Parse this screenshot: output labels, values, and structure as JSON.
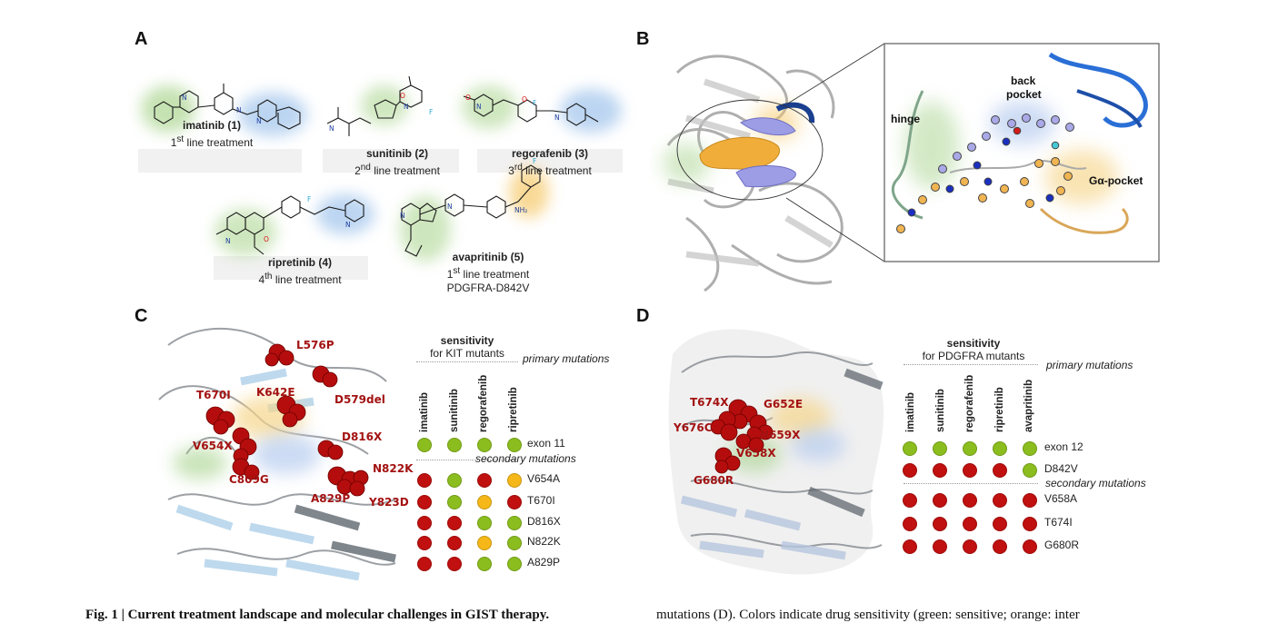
{
  "panels": {
    "a": "A",
    "b": "B",
    "c": "C",
    "d": "D"
  },
  "panel_a": {
    "drugs": [
      {
        "name": "imatinib (1)",
        "line": "1",
        "sup": "st",
        "rest": " line treatment"
      },
      {
        "name": "sunitinib (2)",
        "line": "2",
        "sup": "nd",
        "rest": " line treatment"
      },
      {
        "name": "regorafenib (3)",
        "line": "3",
        "sup": "rd",
        "rest": " line treatment"
      },
      {
        "name": "ripretinib (4)",
        "line": "4",
        "sup": "th",
        "rest": " line treatment"
      },
      {
        "name": "avapritinib (5)",
        "line": "1",
        "sup": "st",
        "rest": " line treatment",
        "extra": "PDGFRA-D842V"
      }
    ]
  },
  "panel_b": {
    "labels": {
      "hinge": "hinge",
      "back": "back",
      "pocket": "pocket",
      "galpha": "Gα-pocket"
    }
  },
  "panel_c": {
    "title": "sensitivity",
    "subtitle": "for KIT mutants",
    "primary_label": "primary mutations",
    "secondary_label": "secondary mutations",
    "columns": [
      "imatinib",
      "sunitinib",
      "regorafenib",
      "ripretinib"
    ],
    "rows": [
      {
        "label": "exon 11",
        "values": [
          "g",
          "g",
          "g",
          "g"
        ]
      },
      {
        "label": "V654A",
        "values": [
          "r",
          "g",
          "r",
          "o"
        ]
      },
      {
        "label": "T670I",
        "values": [
          "r",
          "g",
          "o",
          "r"
        ]
      },
      {
        "label": "D816X",
        "values": [
          "r",
          "r",
          "g",
          "g"
        ]
      },
      {
        "label": "N822K",
        "values": [
          "r",
          "r",
          "o",
          "g"
        ]
      },
      {
        "label": "A829P",
        "values": [
          "r",
          "r",
          "g",
          "g"
        ]
      }
    ],
    "mutations": [
      "L576P",
      "D579del",
      "T670I",
      "K642E",
      "D816X",
      "V654X",
      "C809G",
      "N822K",
      "A829P",
      "Y823D"
    ]
  },
  "panel_d": {
    "title": "sensitivity",
    "subtitle": "for PDGFRA mutants",
    "primary_label": "primary mutations",
    "secondary_label": "secondary mutations",
    "columns": [
      "imatinib",
      "sunitinib",
      "regorafenib",
      "ripretinib",
      "avapritinib"
    ],
    "rows": [
      {
        "label": "exon 12",
        "values": [
          "g",
          "g",
          "g",
          "g",
          "g"
        ]
      },
      {
        "label": "D842V",
        "values": [
          "r",
          "r",
          "r",
          "r",
          "g"
        ]
      },
      {
        "label": "V658A",
        "values": [
          "r",
          "r",
          "r",
          "r",
          "r"
        ]
      },
      {
        "label": "T674I",
        "values": [
          "r",
          "r",
          "r",
          "r",
          "r"
        ]
      },
      {
        "label": "G680R",
        "values": [
          "r",
          "r",
          "r",
          "r",
          "r"
        ]
      }
    ],
    "mutations": [
      "T674X",
      "G652E",
      "Y676C",
      "N659X",
      "V658X",
      "G680R"
    ]
  },
  "caption": {
    "left_bold": "Fig. 1 | Current treatment landscape and molecular challenges in GIST therapy.",
    "right": "mutations (D). Colors indicate drug sensitivity (green: sensitive; orange: inter"
  },
  "colors": {
    "sensitive": "#8bbd1e",
    "resistant": "#c0100f",
    "intermediate": "#f5b818"
  }
}
